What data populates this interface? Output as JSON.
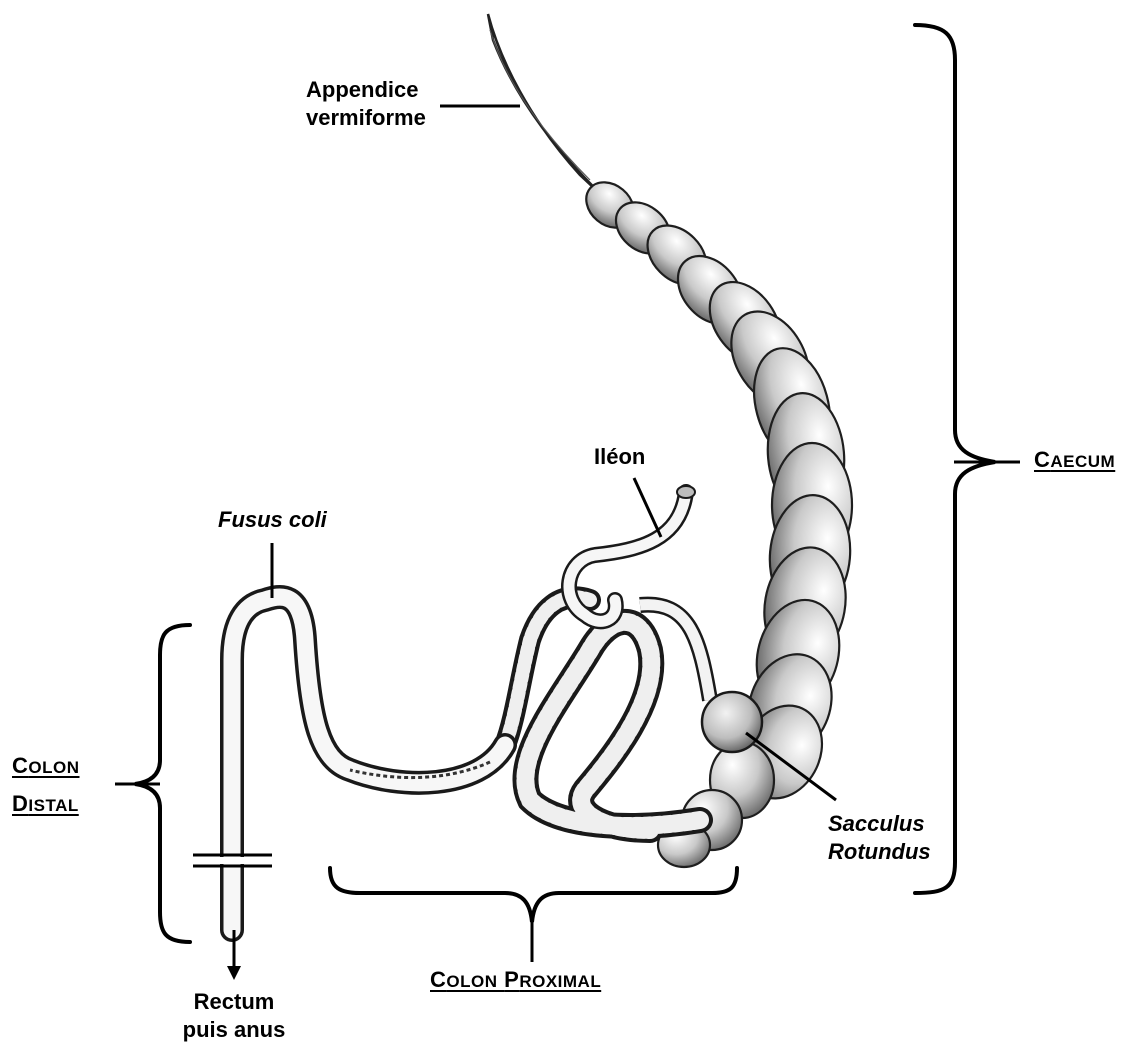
{
  "labels": {
    "appendice_line1": "Appendice",
    "appendice_line2": "vermiforme",
    "caecum_first": "C",
    "caecum_rest": "AECUM",
    "ileon": "Iléon",
    "fusus_coli": "Fusus coli",
    "colon_distal_1_first": "C",
    "colon_distal_1_rest": "OLON",
    "colon_distal_2_first": "D",
    "colon_distal_2_rest": "ISTAL",
    "sacculus_1": "Sacculus",
    "sacculus_2": "Rotundus",
    "colon_prox_a_first": "C",
    "colon_prox_a_rest": "OLON",
    "colon_prox_b_first": "P",
    "colon_prox_b_rest": "ROXIMAL",
    "rectum_1": "Rectum",
    "rectum_2": "puis anus"
  }
}
